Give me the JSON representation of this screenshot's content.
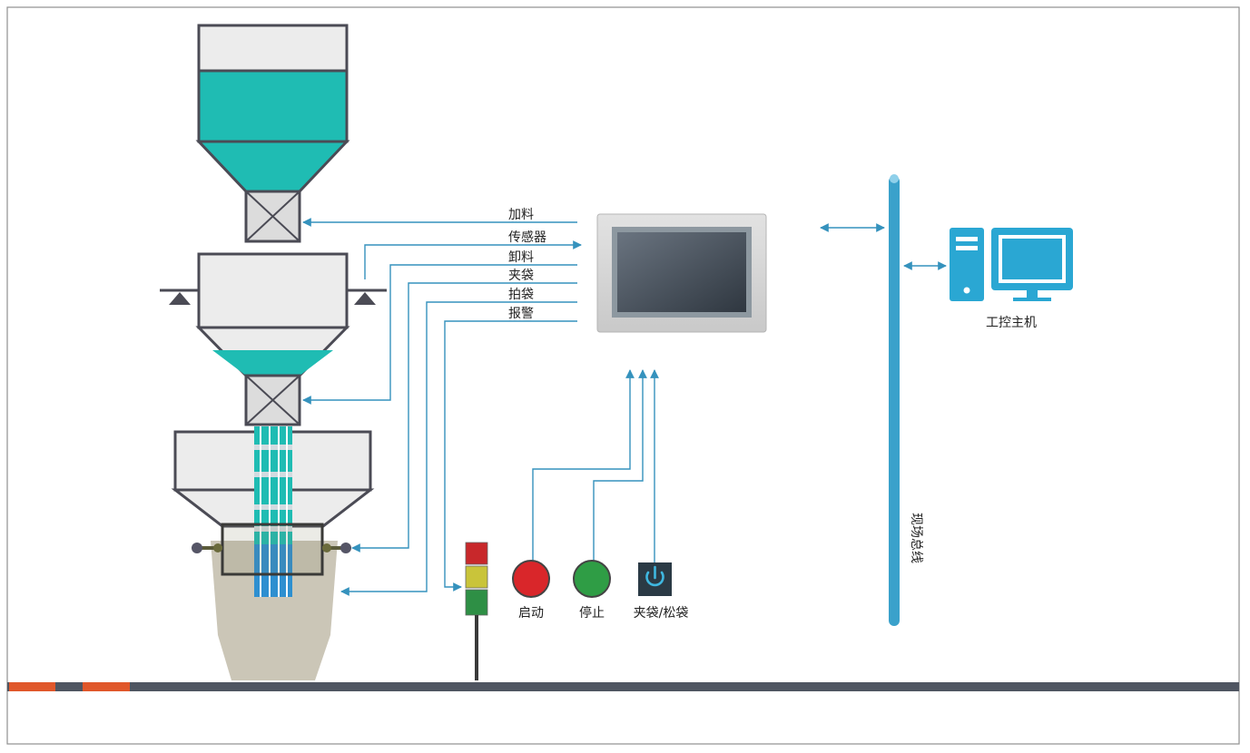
{
  "signals": {
    "add_material": "加料",
    "sensor": "传感器",
    "discharge": "卸料",
    "clamp_bag": "夹袋",
    "pat_bag": "拍袋",
    "alarm": "报警"
  },
  "buttons": {
    "start": "启动",
    "stop": "停止",
    "clamp_release": "夹袋/松袋"
  },
  "fieldbus_label": "现场总线",
  "ipc_label": "工控主机",
  "colors": {
    "teal_fill": "#1fbcb3",
    "blue_line": "#3592bd",
    "bus_blue": "#3aa1cb",
    "start_red": "#d9262a",
    "stop_green": "#2f9d45",
    "accent_orange": "#e0572a",
    "rail_gray": "#4f5561"
  },
  "icons": [
    "hmi-panel-icon",
    "ipc-computer-icon",
    "power-icon",
    "signal-tower-icon"
  ]
}
